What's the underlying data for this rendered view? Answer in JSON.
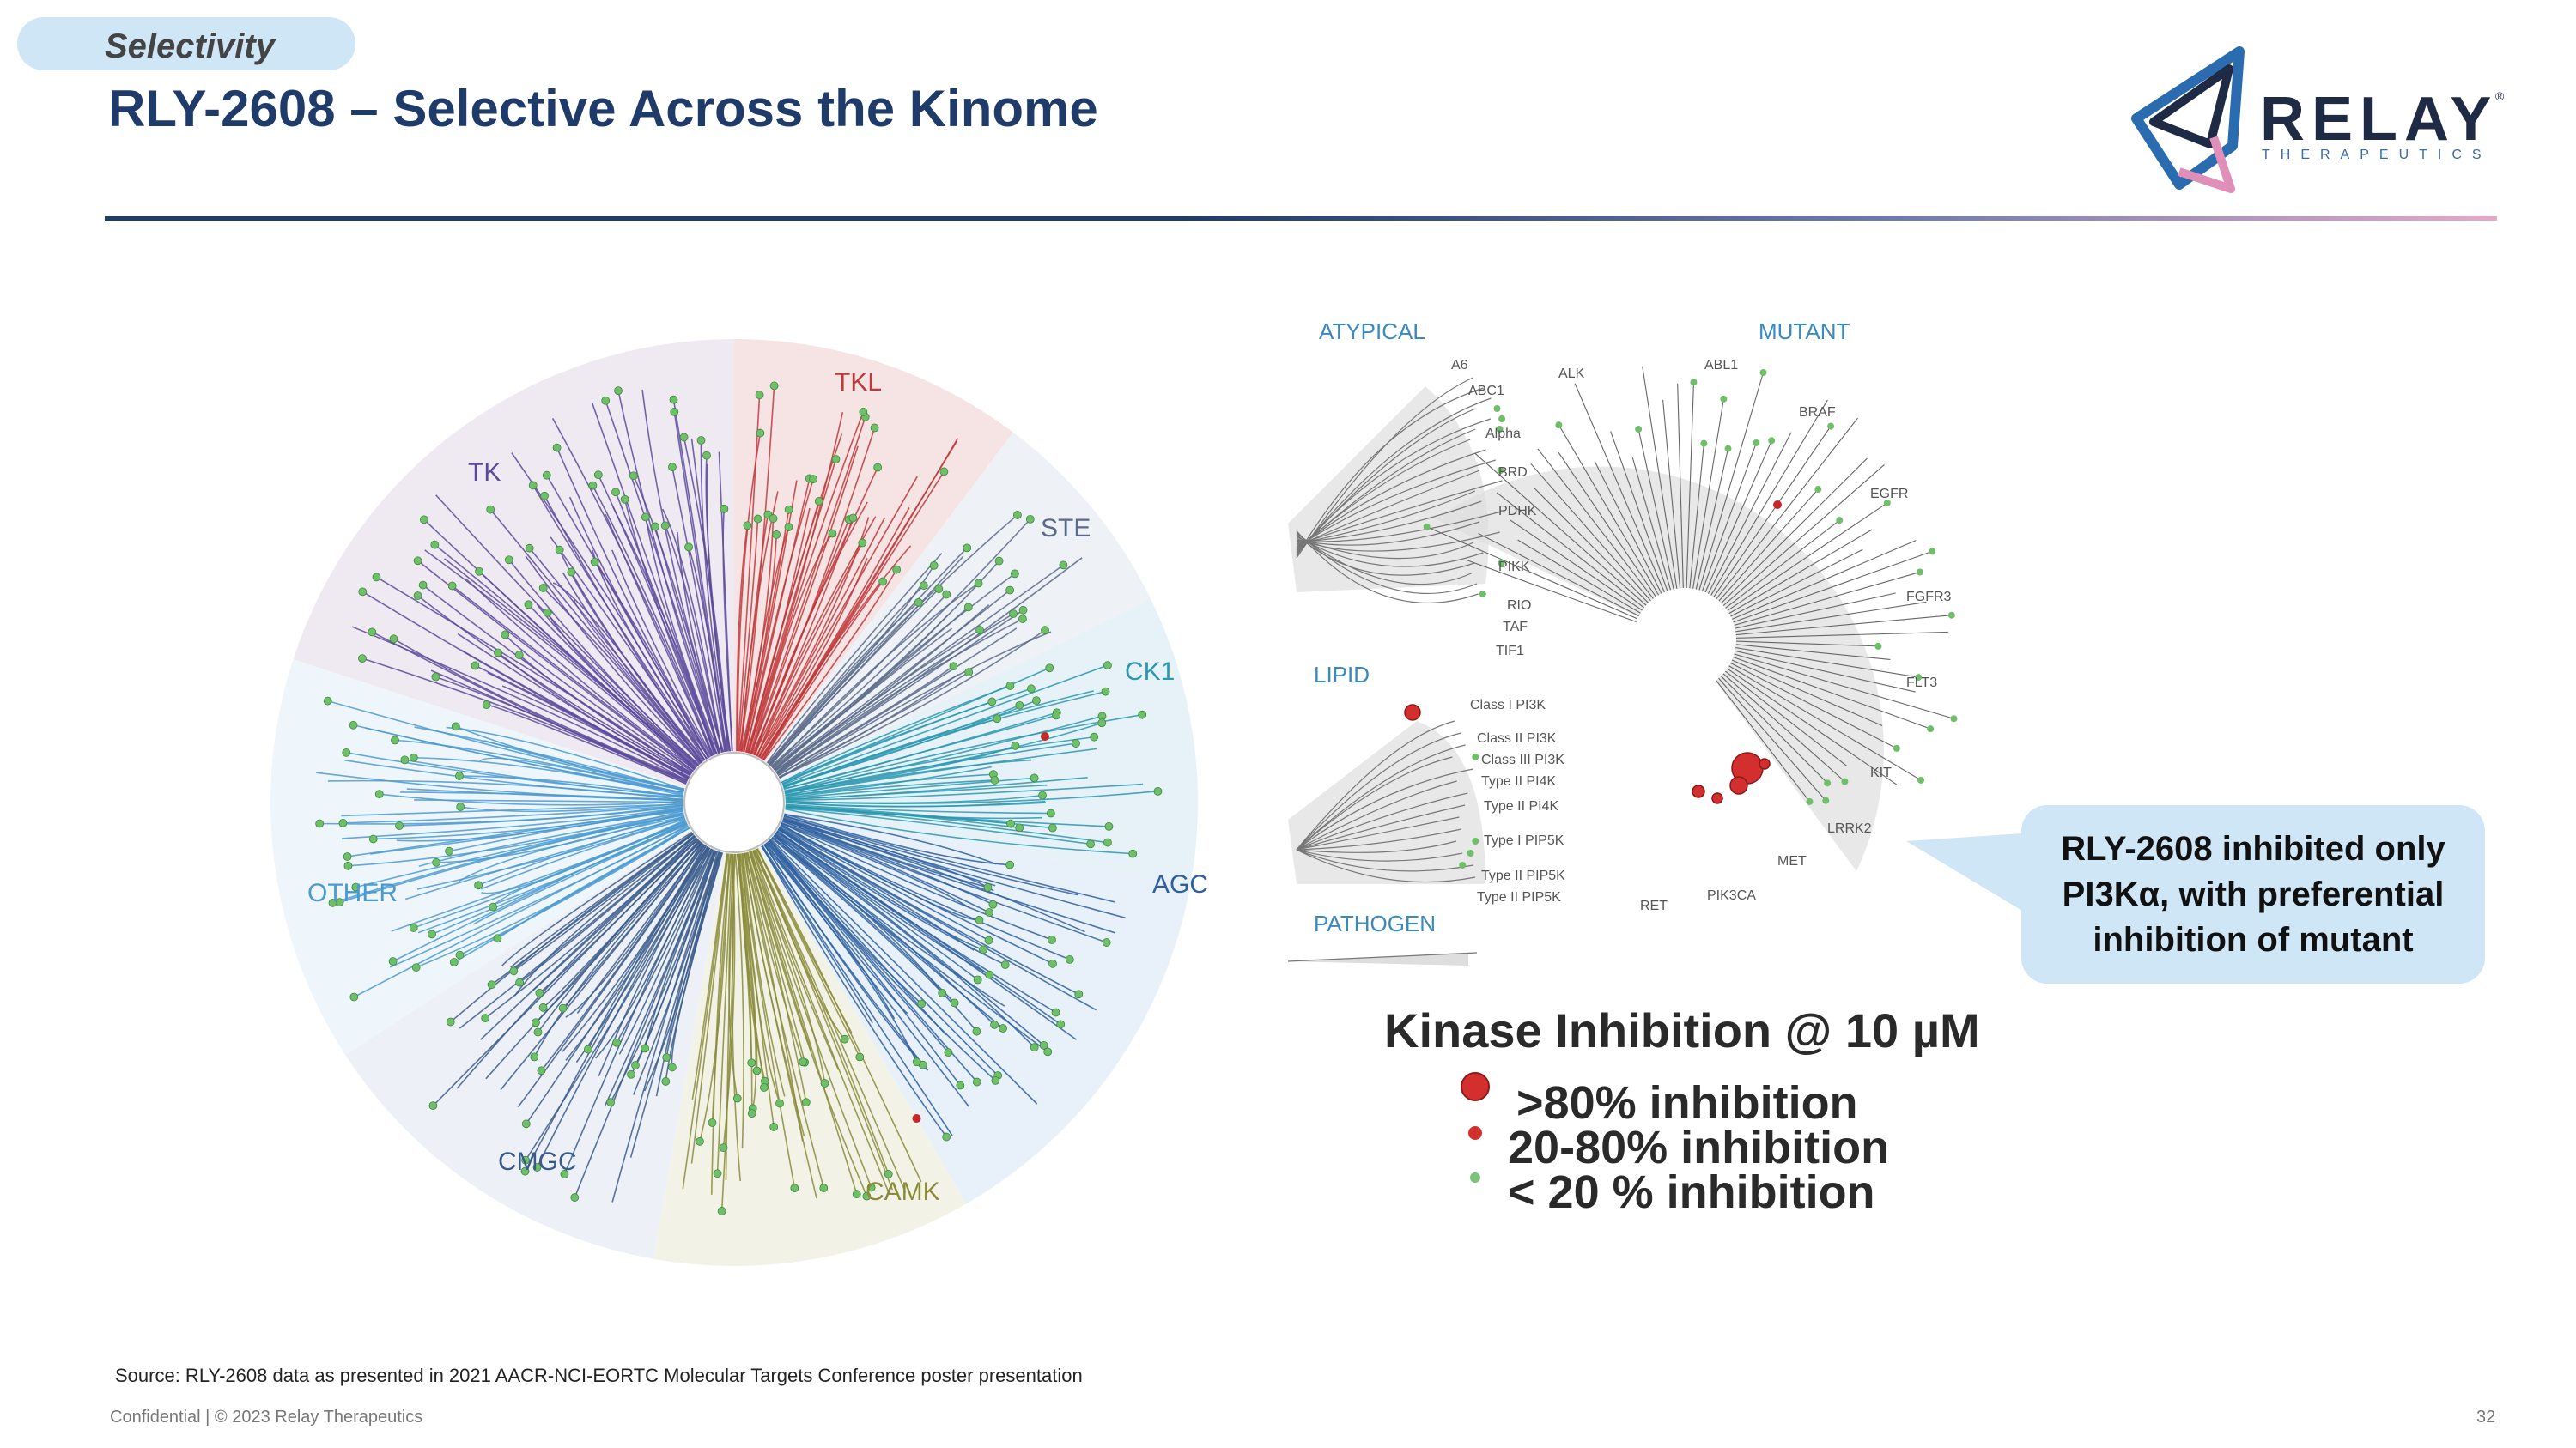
{
  "header": {
    "section_tag": "Selectivity",
    "title": "RLY-2608 – Selective Across the Kinome"
  },
  "logo": {
    "wordmark": "RELAY",
    "registered": "®",
    "tagline": "THERAPEUTICS"
  },
  "kinome_tree": {
    "groups": [
      "TK",
      "TKL",
      "STE",
      "CK1",
      "AGC",
      "CAMK",
      "CMGC",
      "OTHER"
    ],
    "colors": {
      "TK": "#5b4a9a",
      "TKL": "#c0383a",
      "STE": "#5a6a88",
      "CK1": "#2a98b0",
      "AGC": "#2e5f9e",
      "CAMK": "#8a8a3a",
      "CMGC": "#3a5a8a",
      "OTHER": "#4a9ad0"
    }
  },
  "atypical_tree": {
    "section_labels": [
      "ATYPICAL",
      "MUTANT",
      "LIPID",
      "PATHOGEN"
    ],
    "atypical_families": [
      "A6",
      "ABC1",
      "Alpha",
      "BRD",
      "PDHK",
      "PIKK",
      "RIO",
      "TAF",
      "TIF1"
    ],
    "lipid_families": [
      "Class I PI3K",
      "Class II PI3K",
      "Class III PI3K",
      "Type II PI4K",
      "Type II PI4K",
      "Type I PIP5K",
      "Type II PIP5K",
      "Type II PIP5K"
    ],
    "mutant_families": [
      "ALK",
      "ABL1",
      "BRAF",
      "EGFR",
      "FGFR3",
      "FLT3",
      "KIT",
      "LRRK2",
      "MET",
      "PIK3CA",
      "RET"
    ]
  },
  "legend": {
    "title": "Kinase Inhibition @ 10 µM",
    "items": [
      {
        "label": ">80% inhibition",
        "color": "#d32f2f"
      },
      {
        "label": "20-80% inhibition",
        "color": "#d32f2f"
      },
      {
        "label": "< 20 % inhibition",
        "color": "#7cc47a"
      }
    ]
  },
  "callout": {
    "text": "RLY-2608 inhibited only PI3Kα, with preferential inhibition of mutant"
  },
  "footer": {
    "source": "Source: RLY-2608 data as presented in 2021 AACR-NCI-EORTC Molecular Targets Conference poster presentation",
    "confidential": "Confidential | © 2023 Relay Therapeutics",
    "page_number": "32"
  }
}
